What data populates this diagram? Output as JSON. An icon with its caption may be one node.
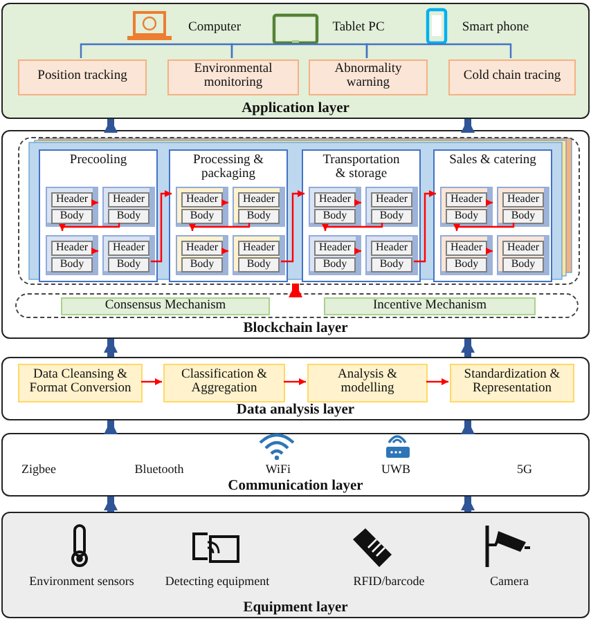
{
  "diagram": {
    "nodes": [
      {
        "text": [
          "Application layer"
        ]
      },
      {
        "text": [
          "Computer"
        ],
        "in": 0
      },
      {
        "text": [
          "Tablet PC"
        ],
        "in": 0
      },
      {
        "text": [
          "Smart phone"
        ],
        "in": 0
      },
      {
        "text": [
          "Position tracking"
        ],
        "in": 0
      },
      {
        "text": [
          "Environmental monitoring"
        ],
        "in": 0
      },
      {
        "text": [
          "Abnormality warning"
        ],
        "in": 0
      },
      {
        "text": [
          "Cold chain tracing"
        ],
        "in": 0
      },
      {
        "text": [
          "Blockchain layer"
        ]
      },
      {
        "text": [],
        "shape": "box",
        "in": 8
      },
      {
        "text": [
          "Precooling"
        ],
        "in": 9
      },
      {
        "text": [],
        "shape": "box",
        "in": 10
      },
      {
        "text": [
          "Header"
        ],
        "in": 11
      },
      {
        "text": [
          "Body"
        ],
        "in": 11
      },
      {
        "text": [],
        "shape": "box",
        "in": 10
      },
      {
        "text": [
          "Header"
        ],
        "in": 14
      },
      {
        "text": [
          "Body"
        ],
        "in": 14
      },
      {
        "text": [],
        "shape": "box",
        "in": 10
      },
      {
        "text": [
          "Header"
        ],
        "in": 17
      },
      {
        "text": [
          "Body"
        ],
        "in": 17
      },
      {
        "text": [],
        "shape": "box",
        "in": 10
      },
      {
        "text": [
          "Header"
        ],
        "in": 20
      },
      {
        "text": [
          "Body"
        ],
        "in": 20
      },
      {
        "text": [
          "Processing & packaging"
        ],
        "in": 9
      },
      {
        "text": [],
        "shape": "box",
        "in": 23
      },
      {
        "text": [
          "Header"
        ],
        "in": 24
      },
      {
        "text": [
          "Body"
        ],
        "in": 24
      },
      {
        "text": [],
        "shape": "box",
        "in": 23
      },
      {
        "text": [
          "Header"
        ],
        "in": 27
      },
      {
        "text": [
          "Body"
        ],
        "in": 27
      },
      {
        "text": [],
        "shape": "box",
        "in": 23
      },
      {
        "text": [
          "Header"
        ],
        "in": 30
      },
      {
        "text": [
          "Body"
        ],
        "in": 30
      },
      {
        "text": [],
        "shape": "box",
        "in": 23
      },
      {
        "text": [
          "Header"
        ],
        "in": 33
      },
      {
        "text": [
          "Body"
        ],
        "in": 33
      },
      {
        "text": [
          "Transportation & storage"
        ],
        "in": 9
      },
      {
        "text": [],
        "shape": "box",
        "in": 36
      },
      {
        "text": [
          "Header"
        ],
        "in": 37
      },
      {
        "text": [
          "Body"
        ],
        "in": 37
      },
      {
        "text": [],
        "shape": "box",
        "in": 36
      },
      {
        "text": [
          "Header"
        ],
        "in": 40
      },
      {
        "text": [
          "Body"
        ],
        "in": 40
      },
      {
        "text": [],
        "shape": "box",
        "in": 36
      },
      {
        "text": [
          "Header"
        ],
        "in": 43
      },
      {
        "text": [
          "Body"
        ],
        "in": 43
      },
      {
        "text": [],
        "shape": "box",
        "in": 36
      },
      {
        "text": [
          "Header"
        ],
        "in": 46
      },
      {
        "text": [
          "Body"
        ],
        "in": 46
      },
      {
        "text": [
          "Sales & catering"
        ],
        "in": 9
      },
      {
        "text": [],
        "shape": "box",
        "in": 49
      },
      {
        "text": [
          "Header"
        ],
        "in": 50
      },
      {
        "text": [
          "Body"
        ],
        "in": 50
      },
      {
        "text": [],
        "shape": "box",
        "in": 49
      },
      {
        "text": [
          "Header"
        ],
        "in": 53
      },
      {
        "text": [
          "Body"
        ],
        "in": 53
      },
      {
        "text": [],
        "shape": "box",
        "in": 49
      },
      {
        "text": [
          "Header"
        ],
        "in": 56
      },
      {
        "text": [
          "Body"
        ],
        "in": 56
      },
      {
        "text": [],
        "shape": "box",
        "in": 49
      },
      {
        "text": [
          "Header"
        ],
        "in": 59
      },
      {
        "text": [
          "Body"
        ],
        "in": 59
      },
      {
        "text": [],
        "shape": "box",
        "in": 8
      },
      {
        "text": [
          "Consensus Mechanism"
        ],
        "in": 62
      },
      {
        "text": [
          "Incentive Mechanism"
        ],
        "in": 62
      },
      {
        "text": [
          "Data analysis layer"
        ]
      },
      {
        "text": [
          "Data Cleansing & Format Conversion"
        ],
        "in": 65
      },
      {
        "text": [
          "Classification & Aggregation"
        ],
        "in": 65
      },
      {
        "text": [
          "Analysis & modelling"
        ],
        "in": 65
      },
      {
        "text": [
          "Standardization & Representation"
        ],
        "in": 65
      },
      {
        "text": [
          "Communication layer"
        ]
      },
      {
        "text": [
          "Zigbee"
        ],
        "in": 70
      },
      {
        "text": [
          "Bluetooth"
        ],
        "in": 70
      },
      {
        "text": [
          "WiFi"
        ],
        "in": 70
      },
      {
        "text": [
          "UWB"
        ],
        "in": 70
      },
      {
        "text": [
          "5G"
        ],
        "in": 70
      },
      {
        "text": [
          "Equipment layer"
        ]
      },
      {
        "text": [
          "Environment sensors"
        ],
        "in": 76
      },
      {
        "text": [
          "Detecting equipment"
        ],
        "in": 76
      },
      {
        "text": [
          "RFID/barcode"
        ],
        "in": 76
      },
      {
        "text": [
          "Camera"
        ],
        "in": 76
      }
    ],
    "edges": [
      {
        "from": 4,
        "to": 5,
        "arrow": "none",
        "color": "#4472c4"
      },
      {
        "from": 5,
        "to": 6,
        "arrow": "none",
        "color": "#4472c4"
      },
      {
        "from": 6,
        "to": 7,
        "arrow": "none",
        "color": "#4472c4"
      },
      {
        "from": 11,
        "to": 14,
        "arrow": "to",
        "color": "#ff0000"
      },
      {
        "from": 14,
        "to": 17,
        "arrow": "to",
        "color": "#ff0000"
      },
      {
        "from": 17,
        "to": 20,
        "arrow": "to",
        "color": "#ff0000"
      },
      {
        "from": 20,
        "to": 24,
        "arrow": "to",
        "color": "#ff0000"
      },
      {
        "from": 24,
        "to": 27,
        "arrow": "to",
        "color": "#ff0000"
      },
      {
        "from": 27,
        "to": 30,
        "arrow": "to",
        "color": "#ff0000"
      },
      {
        "from": 30,
        "to": 33,
        "arrow": "to",
        "color": "#ff0000"
      },
      {
        "from": 33,
        "to": 37,
        "arrow": "to",
        "color": "#ff0000"
      },
      {
        "from": 37,
        "to": 40,
        "arrow": "to",
        "color": "#ff0000"
      },
      {
        "from": 40,
        "to": 43,
        "arrow": "to",
        "color": "#ff0000"
      },
      {
        "from": 43,
        "to": 46,
        "arrow": "to",
        "color": "#ff0000"
      },
      {
        "from": 46,
        "to": 50,
        "arrow": "to",
        "color": "#ff0000"
      },
      {
        "from": 50,
        "to": 53,
        "arrow": "to",
        "color": "#ff0000"
      },
      {
        "from": 53,
        "to": 56,
        "arrow": "to",
        "color": "#ff0000"
      },
      {
        "from": 56,
        "to": 59,
        "arrow": "to",
        "color": "#ff0000"
      },
      {
        "from": 62,
        "to": 9,
        "arrow": "to",
        "color": "#ff0000",
        "style": "thick"
      },
      {
        "from": 66,
        "to": 67,
        "arrow": "to",
        "color": "#ff0000"
      },
      {
        "from": 67,
        "to": 68,
        "arrow": "to",
        "color": "#ff0000"
      },
      {
        "from": 68,
        "to": 69,
        "arrow": "to",
        "color": "#ff0000"
      },
      {
        "from": 76,
        "to": 70,
        "arrow": "to",
        "style": "thick",
        "color": "#2f5597"
      },
      {
        "from": 76,
        "to": 70,
        "arrow": "to",
        "style": "thick",
        "color": "#2f5597"
      },
      {
        "from": 70,
        "to": 65,
        "arrow": "to",
        "style": "thick",
        "color": "#2f5597"
      },
      {
        "from": 70,
        "to": 65,
        "arrow": "to",
        "style": "thick",
        "color": "#2f5597"
      },
      {
        "from": 65,
        "to": 8,
        "arrow": "to",
        "style": "thick",
        "color": "#2f5597"
      },
      {
        "from": 65,
        "to": 8,
        "arrow": "to",
        "style": "thick",
        "color": "#2f5597"
      },
      {
        "from": 8,
        "to": 0,
        "arrow": "to",
        "style": "thick",
        "color": "#2f5597"
      },
      {
        "from": 8,
        "to": 0,
        "arrow": "to",
        "style": "thick",
        "color": "#2f5597"
      }
    ]
  }
}
